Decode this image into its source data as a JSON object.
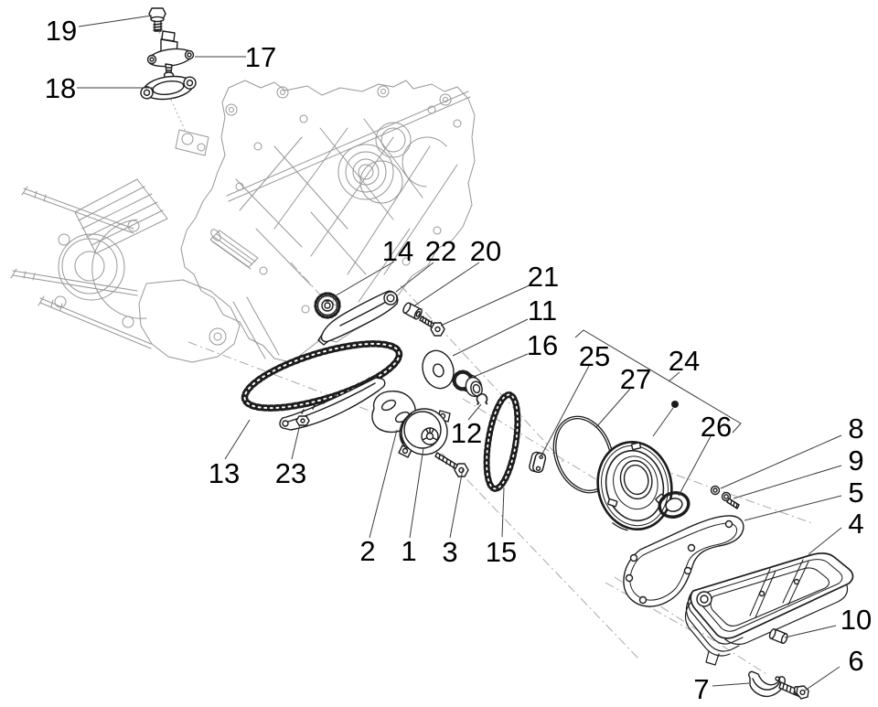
{
  "diagram": {
    "figure_type": "exploded parts diagram",
    "subject": "engine crankcase and oil pump assembly",
    "callouts": [
      {
        "num": "19"
      },
      {
        "num": "17"
      },
      {
        "num": "18"
      },
      {
        "num": "14"
      },
      {
        "num": "22"
      },
      {
        "num": "20"
      },
      {
        "num": "21"
      },
      {
        "num": "11"
      },
      {
        "num": "16"
      },
      {
        "num": "25"
      },
      {
        "num": "27"
      },
      {
        "num": "24"
      },
      {
        "num": "26"
      },
      {
        "num": "12"
      },
      {
        "num": "13"
      },
      {
        "num": "23"
      },
      {
        "num": "2"
      },
      {
        "num": "1"
      },
      {
        "num": "3"
      },
      {
        "num": "15"
      },
      {
        "num": "8"
      },
      {
        "num": "9"
      },
      {
        "num": "5"
      },
      {
        "num": "4"
      },
      {
        "num": "10"
      },
      {
        "num": "6"
      },
      {
        "num": "7"
      }
    ],
    "colors": {
      "background": "#ffffff",
      "part_line": "#1c1c1c",
      "engine_line": "#979797",
      "label": "#000000",
      "leader": "#3c3c3c",
      "axis": "#a8a8a8"
    }
  }
}
